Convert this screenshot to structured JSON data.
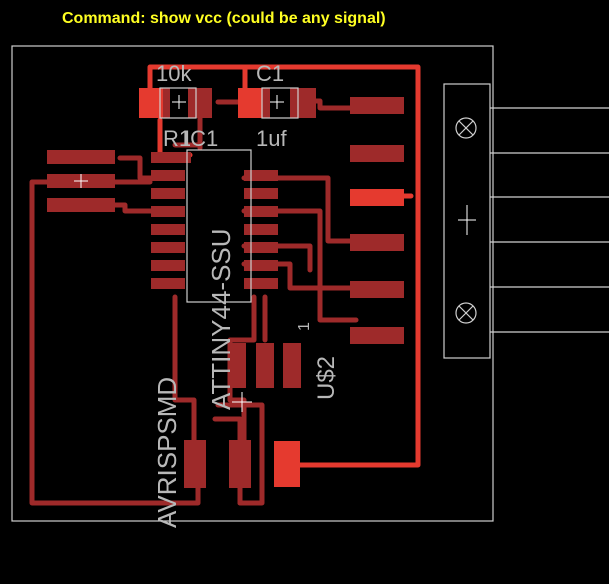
{
  "command": {
    "text": "Command: show vcc (could be any signal)",
    "color": "#ffff22"
  },
  "colors": {
    "trace": "#c0392b",
    "pad": "#9e2a2a",
    "highlight": "#e53a2f",
    "outline": "#cfcfcf",
    "label": "#b8b8b8",
    "background": "#000000"
  },
  "labels": {
    "r_value": "10k",
    "c_name": "C1",
    "r_name": "R1",
    "ic_name": "IC1",
    "c_value": "1uf",
    "ic_part": "ATTINY44-SSU",
    "isp_name": "AVRISPSMD",
    "usb_name": "U$2",
    "pin_one": "1"
  },
  "icons": {
    "origin_marker": "crosshair-icon",
    "hole_marker": "circle-cross-icon"
  }
}
